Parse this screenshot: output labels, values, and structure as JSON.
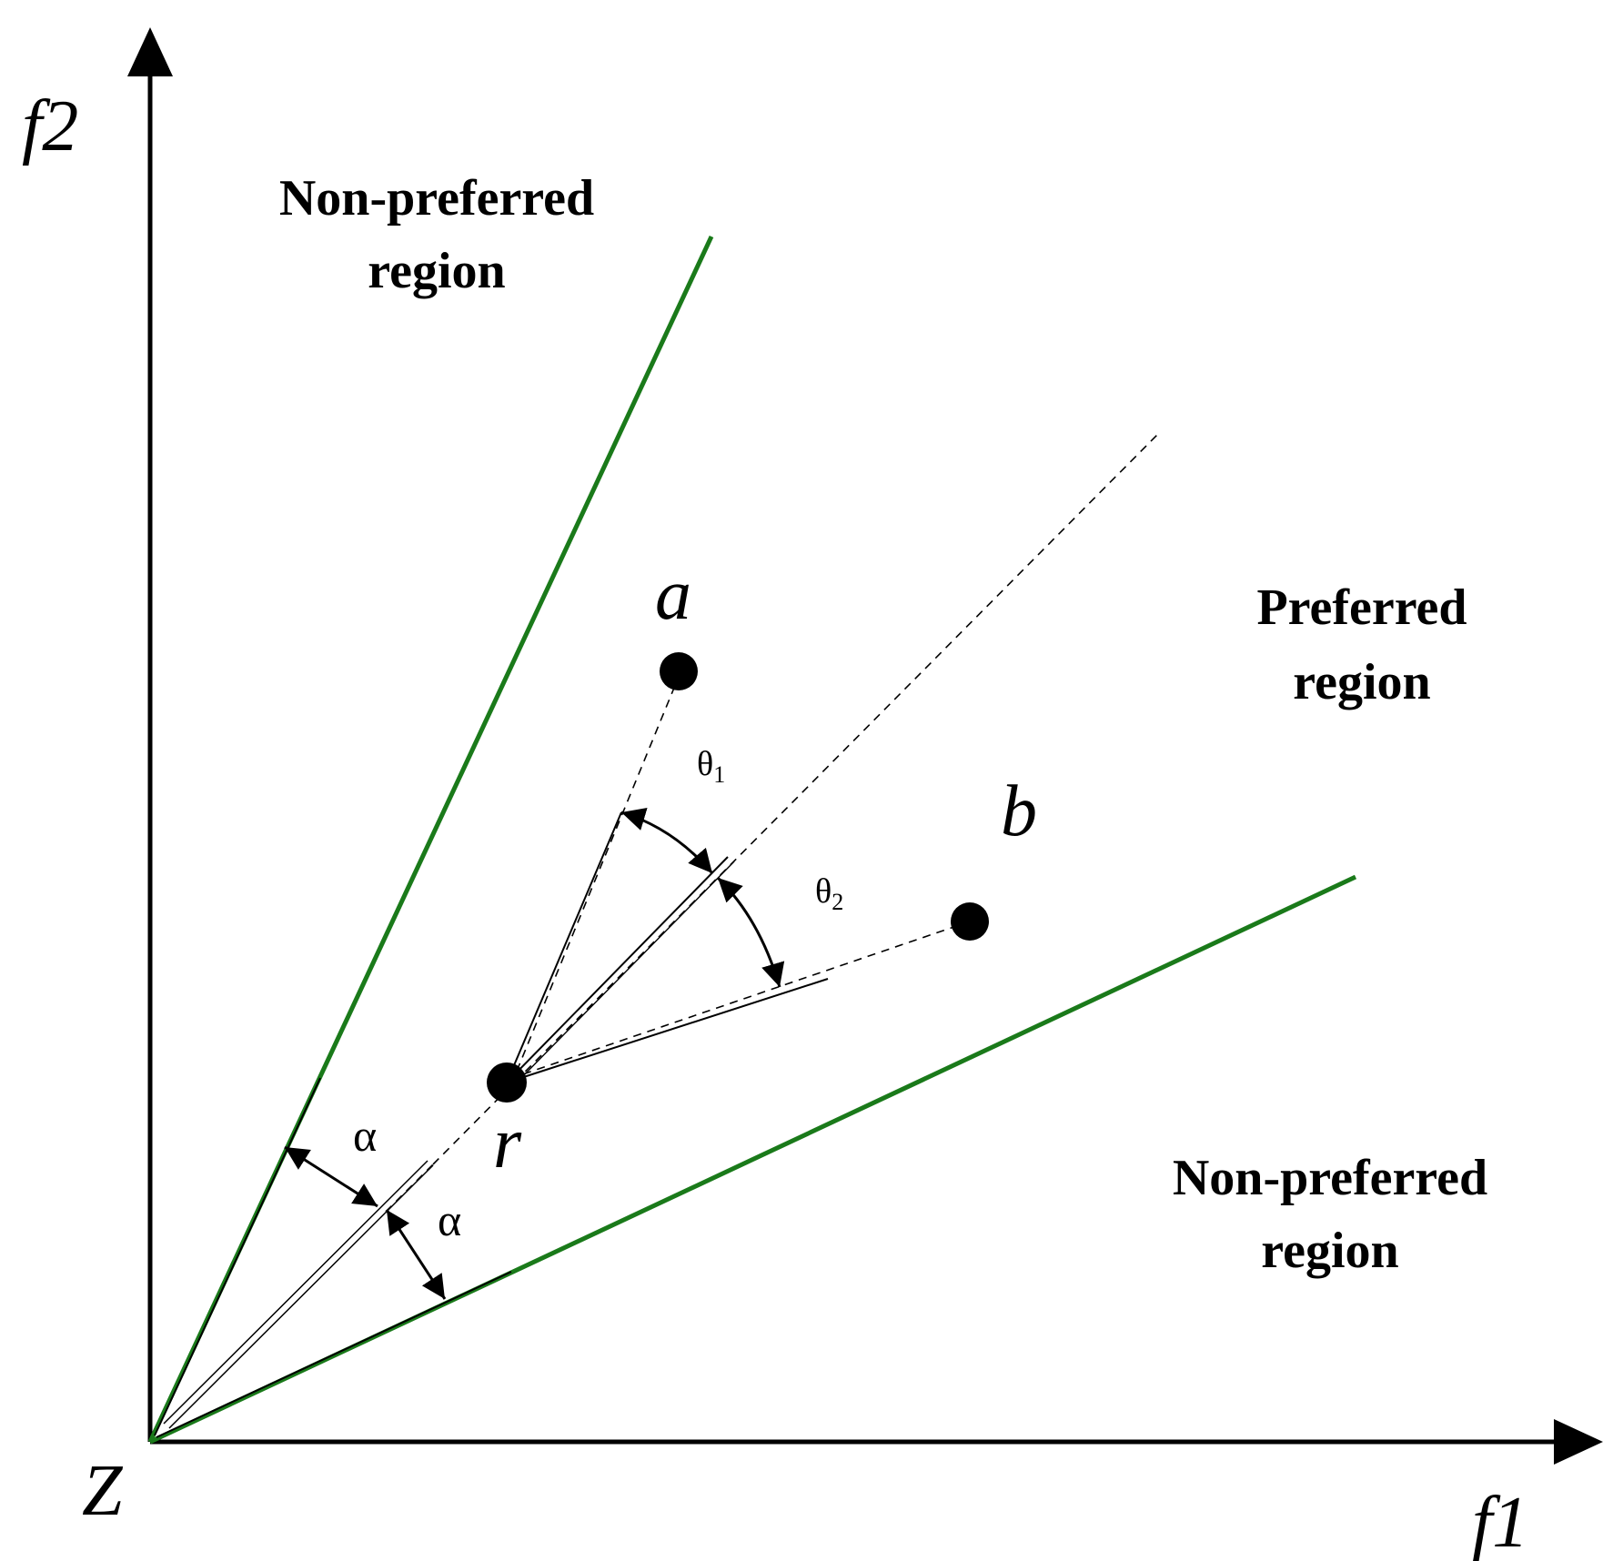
{
  "axes": {
    "x_label": "f1",
    "y_label": "f2",
    "origin_label": "Z"
  },
  "regions": {
    "upper_non_preferred": {
      "line1": "Non-preferred",
      "line2": "region"
    },
    "preferred": {
      "line1": "Preferred",
      "line2": "region"
    },
    "lower_non_preferred": {
      "line1": "Non-preferred",
      "line2": "region"
    }
  },
  "points": {
    "a": "a",
    "b": "b",
    "r": "r"
  },
  "angles": {
    "alpha_upper": "α",
    "alpha_lower": "α",
    "theta1": {
      "symbol": "θ",
      "sub": "1"
    },
    "theta2": {
      "symbol": "θ",
      "sub": "2"
    }
  },
  "colors": {
    "boundary": "#1a7a1a",
    "ink": "#000000"
  }
}
